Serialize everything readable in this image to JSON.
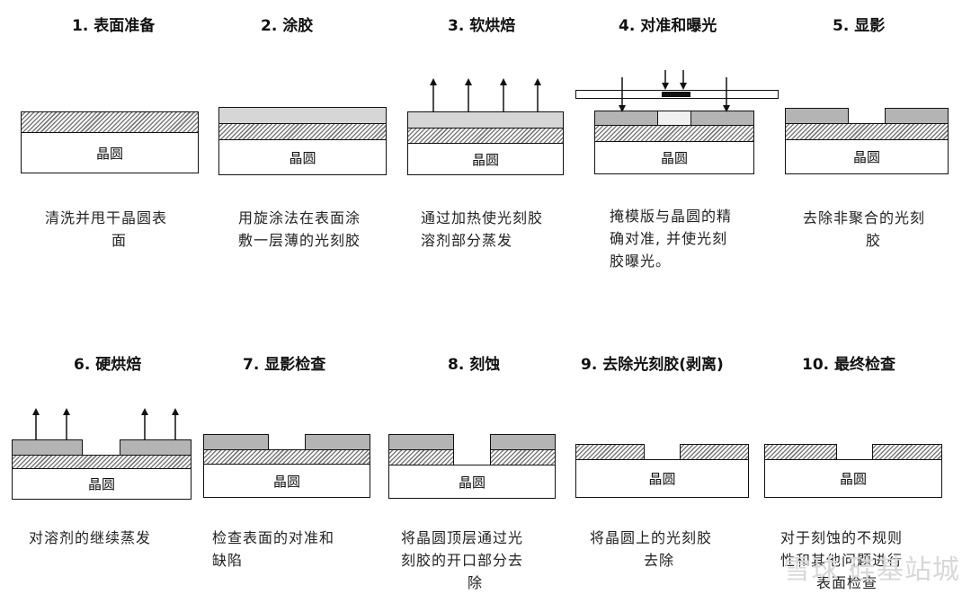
{
  "steps": [
    {
      "title": "1. 表面准备",
      "wafer": "晶圆",
      "desc": [
        "清洗并甩干晶圆表",
        "面"
      ]
    },
    {
      "title": "2. 涂胶",
      "wafer": "晶圆",
      "desc": [
        "用旋涂法在表面涂",
        "敷一层薄的光刻胶"
      ]
    },
    {
      "title": "3. 软烘焙",
      "wafer": "晶圆",
      "desc": [
        "通过加热使光刻胶",
        "溶剂部分蒸发"
      ]
    },
    {
      "title": "4. 对准和曝光",
      "wafer": "晶圆",
      "desc": [
        "掩模版与晶圆的精",
        "确对准, 并使光刻",
        "胶曝光。"
      ]
    },
    {
      "title": "5. 显影",
      "wafer": "晶圆",
      "desc": [
        "去除非聚合的光刻",
        "胶"
      ]
    },
    {
      "title": "6. 硬烘焙",
      "wafer": "晶圆",
      "desc": [
        "对溶剂的继续蒸发"
      ]
    },
    {
      "title": "7. 显影检查",
      "wafer": "晶圆",
      "desc": [
        "检查表面的对准和",
        "缺陷"
      ]
    },
    {
      "title": "8. 刻蚀",
      "wafer": "晶圆",
      "desc": [
        "将晶圆顶层通过光",
        "刻胶的开口部分去",
        "除"
      ]
    },
    {
      "title": "9. 去除光刻胶(剥离)",
      "wafer": "晶圆",
      "desc": [
        "将晶圆上的光刻胶",
        "去除"
      ]
    },
    {
      "title": "10. 最终检查",
      "wafer": "晶圆",
      "desc": [
        "对于刻蚀的不规则",
        "性和其他问题进行",
        "表面检查"
      ]
    }
  ],
  "watermark": "雪球 硅基站城"
}
